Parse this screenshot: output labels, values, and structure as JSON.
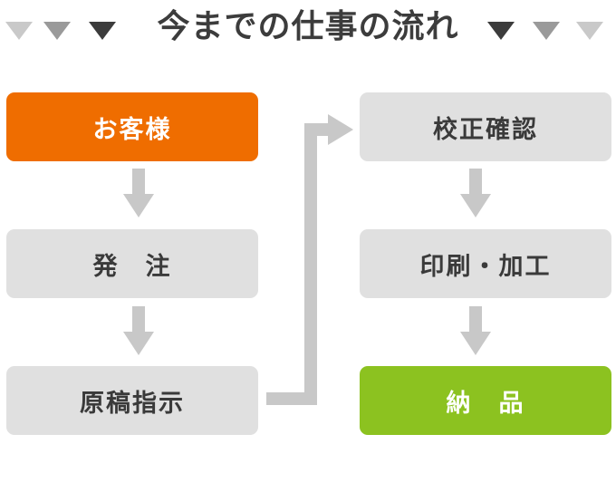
{
  "title": "今までの仕事の流れ",
  "left_column": [
    {
      "label": "お客様",
      "style": "orange"
    },
    {
      "label": "発　注",
      "style": "gray"
    },
    {
      "label": "原稿指示",
      "style": "gray"
    }
  ],
  "right_column": [
    {
      "label": "校正確認",
      "style": "gray"
    },
    {
      "label": "印刷・加工",
      "style": "gray"
    },
    {
      "label": "納　品",
      "style": "green"
    }
  ],
  "colors": {
    "orange": "#ef6d00",
    "green": "#8cc220",
    "gray_box": "#e0e0e0",
    "arrow": "#c8c8c8",
    "text": "#3c3c3c"
  }
}
